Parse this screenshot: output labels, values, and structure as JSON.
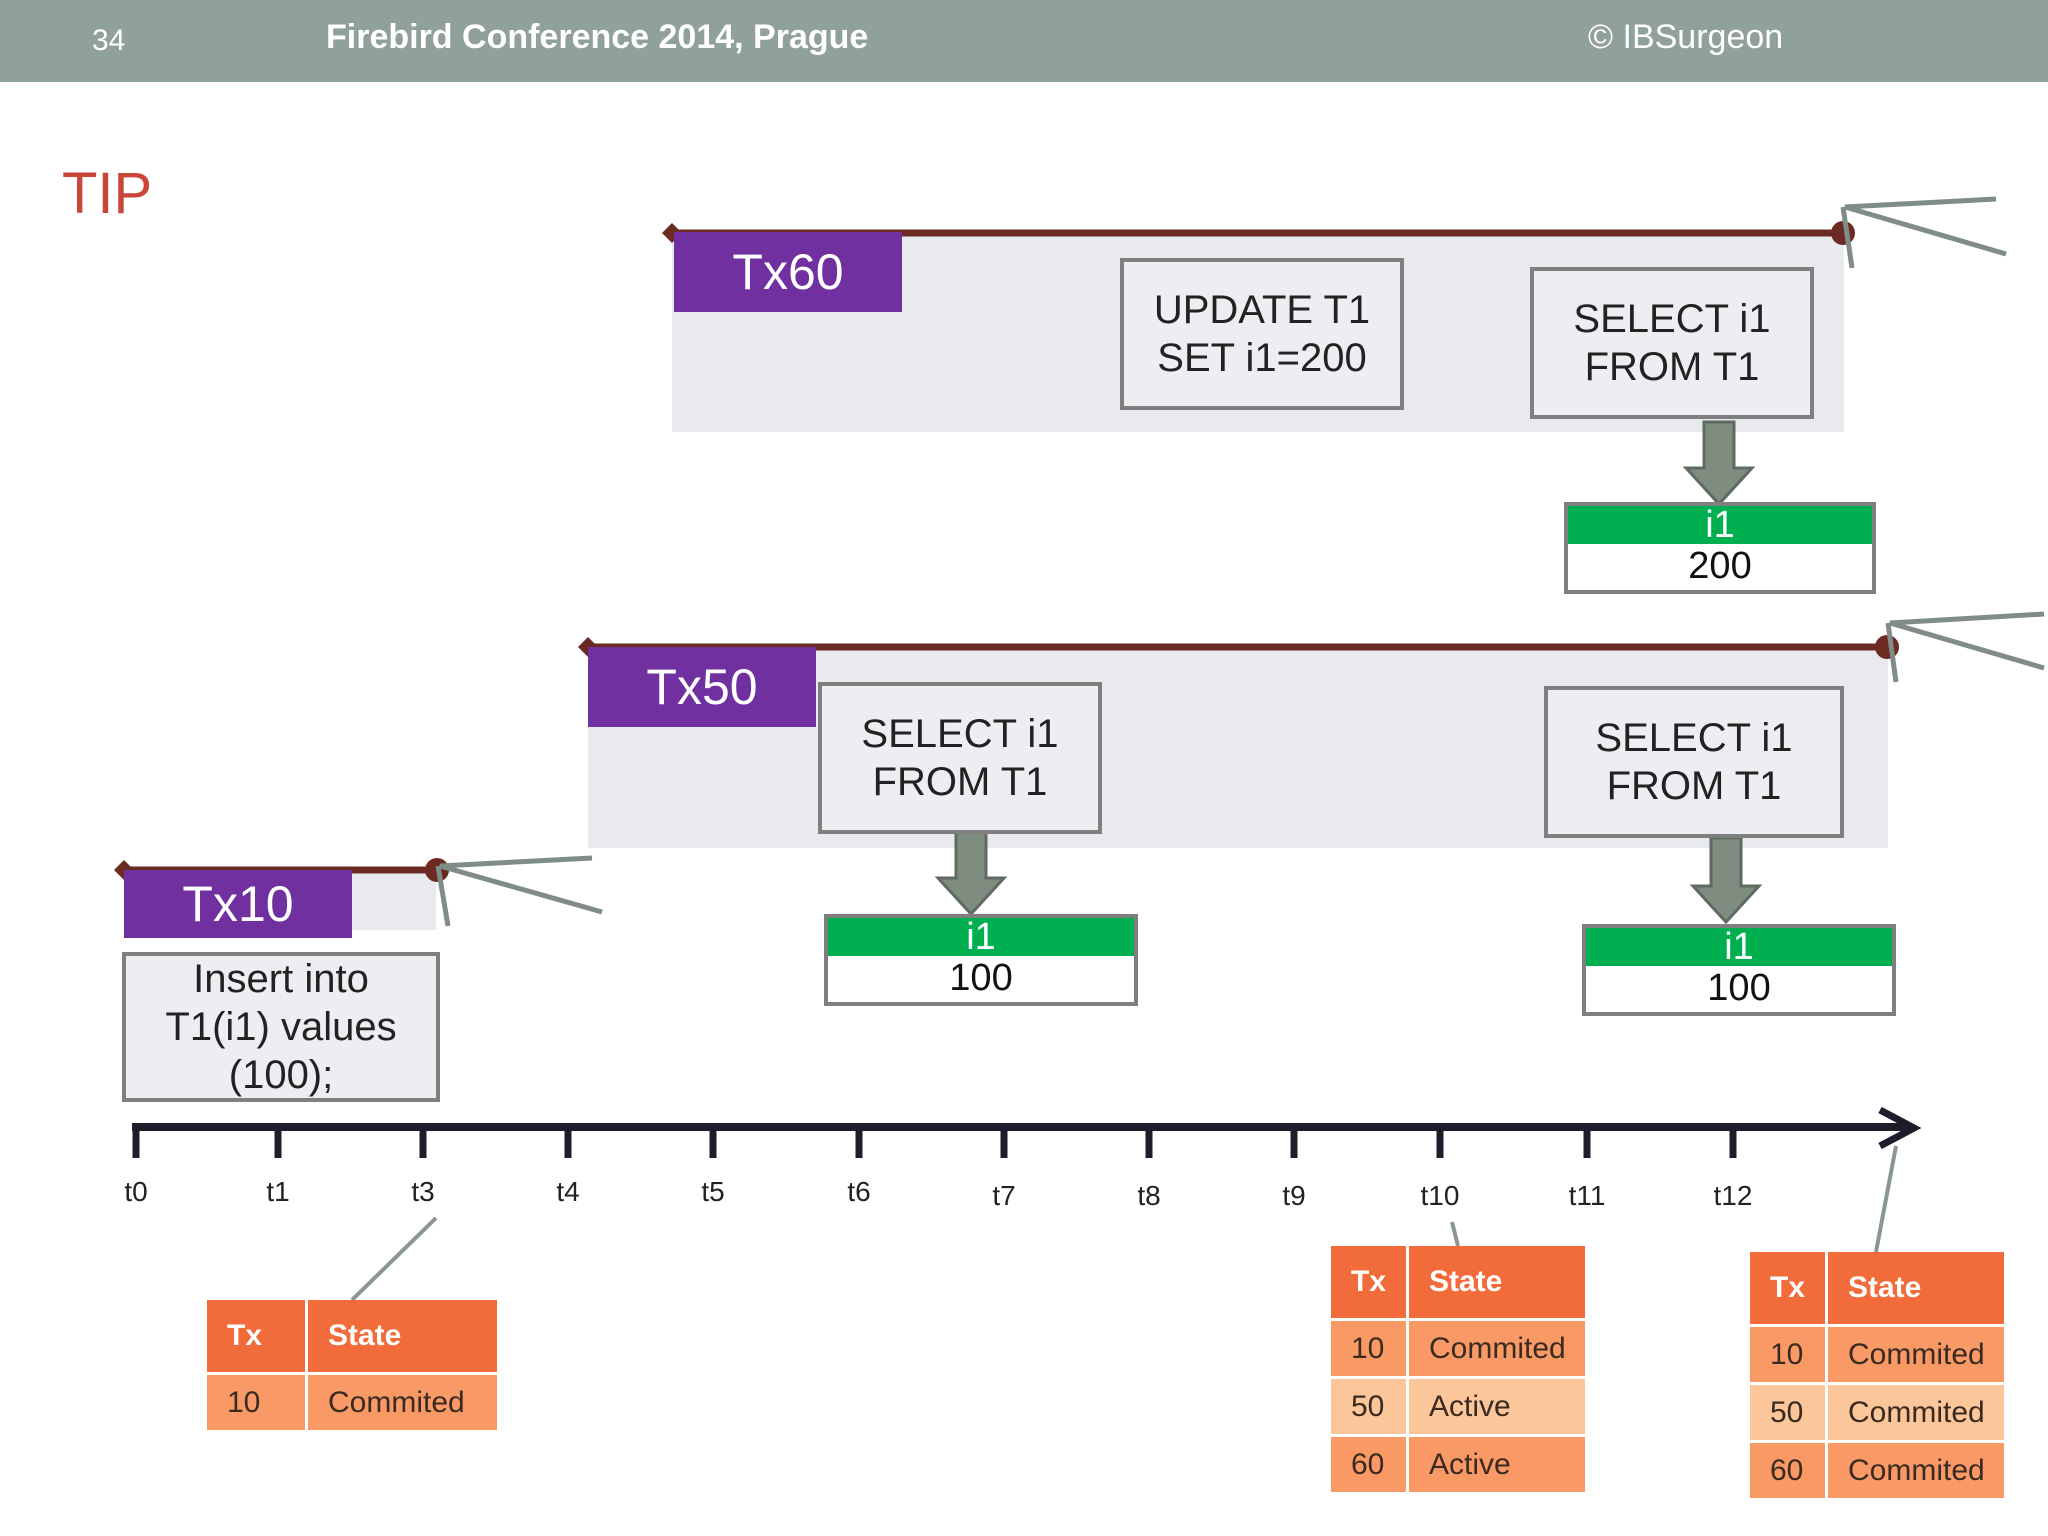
{
  "header": {
    "slide_number": "34",
    "conference": "Firebird Conference 2014, Prague",
    "copyright": "© IBSurgeon"
  },
  "slide_title": "TIP",
  "transactions": [
    {
      "id": "tx60",
      "label": "Tx60",
      "operations": [
        {
          "lines": [
            "UPDATE T1",
            "SET i1=200"
          ]
        },
        {
          "lines": [
            "SELECT  i1",
            "FROM T1"
          ],
          "result": {
            "field": "i1",
            "value": "200"
          }
        }
      ]
    },
    {
      "id": "tx50",
      "label": "Tx50",
      "operations": [
        {
          "lines": [
            "SELECT  i1",
            "FROM T1"
          ],
          "result": {
            "field": "i1",
            "value": "100"
          }
        },
        {
          "lines": [
            "SELECT  i1",
            "FROM T1"
          ],
          "result": {
            "field": "i1",
            "value": "100"
          }
        }
      ]
    },
    {
      "id": "tx10",
      "label": "Tx10",
      "operations": [
        {
          "lines": [
            "Insert into",
            "T1(i1) values",
            "(100);"
          ]
        }
      ]
    }
  ],
  "timeline": {
    "ticks": [
      "t0",
      "t1",
      "t3",
      "t4",
      "t5",
      "t6",
      "t7",
      "t8",
      "t9",
      "t10",
      "t11",
      "t12"
    ]
  },
  "tip_tables": [
    {
      "at": "t3",
      "headers": [
        "Tx",
        "State"
      ],
      "rows": [
        [
          "10",
          "Commited"
        ]
      ]
    },
    {
      "at": "t10",
      "headers": [
        "Tx",
        "State"
      ],
      "rows": [
        [
          "10",
          "Commited"
        ],
        [
          "50",
          "Active"
        ],
        [
          "60",
          "Active"
        ]
      ]
    },
    {
      "at": "end",
      "headers": [
        "Tx",
        "State"
      ],
      "rows": [
        [
          "10",
          "Commited"
        ],
        [
          "50",
          "Commited"
        ],
        [
          "60",
          "Commited"
        ]
      ]
    }
  ],
  "colors": {
    "header_bg": "#8fa198",
    "title": "#c8473a",
    "tx_label": "#7030a0",
    "result_head": "#00b050",
    "table_head": "#f26b3a",
    "table_row_dark": "#f99a66",
    "table_row_light": "#fbc69a",
    "bracket_line": "#6b2a22"
  }
}
